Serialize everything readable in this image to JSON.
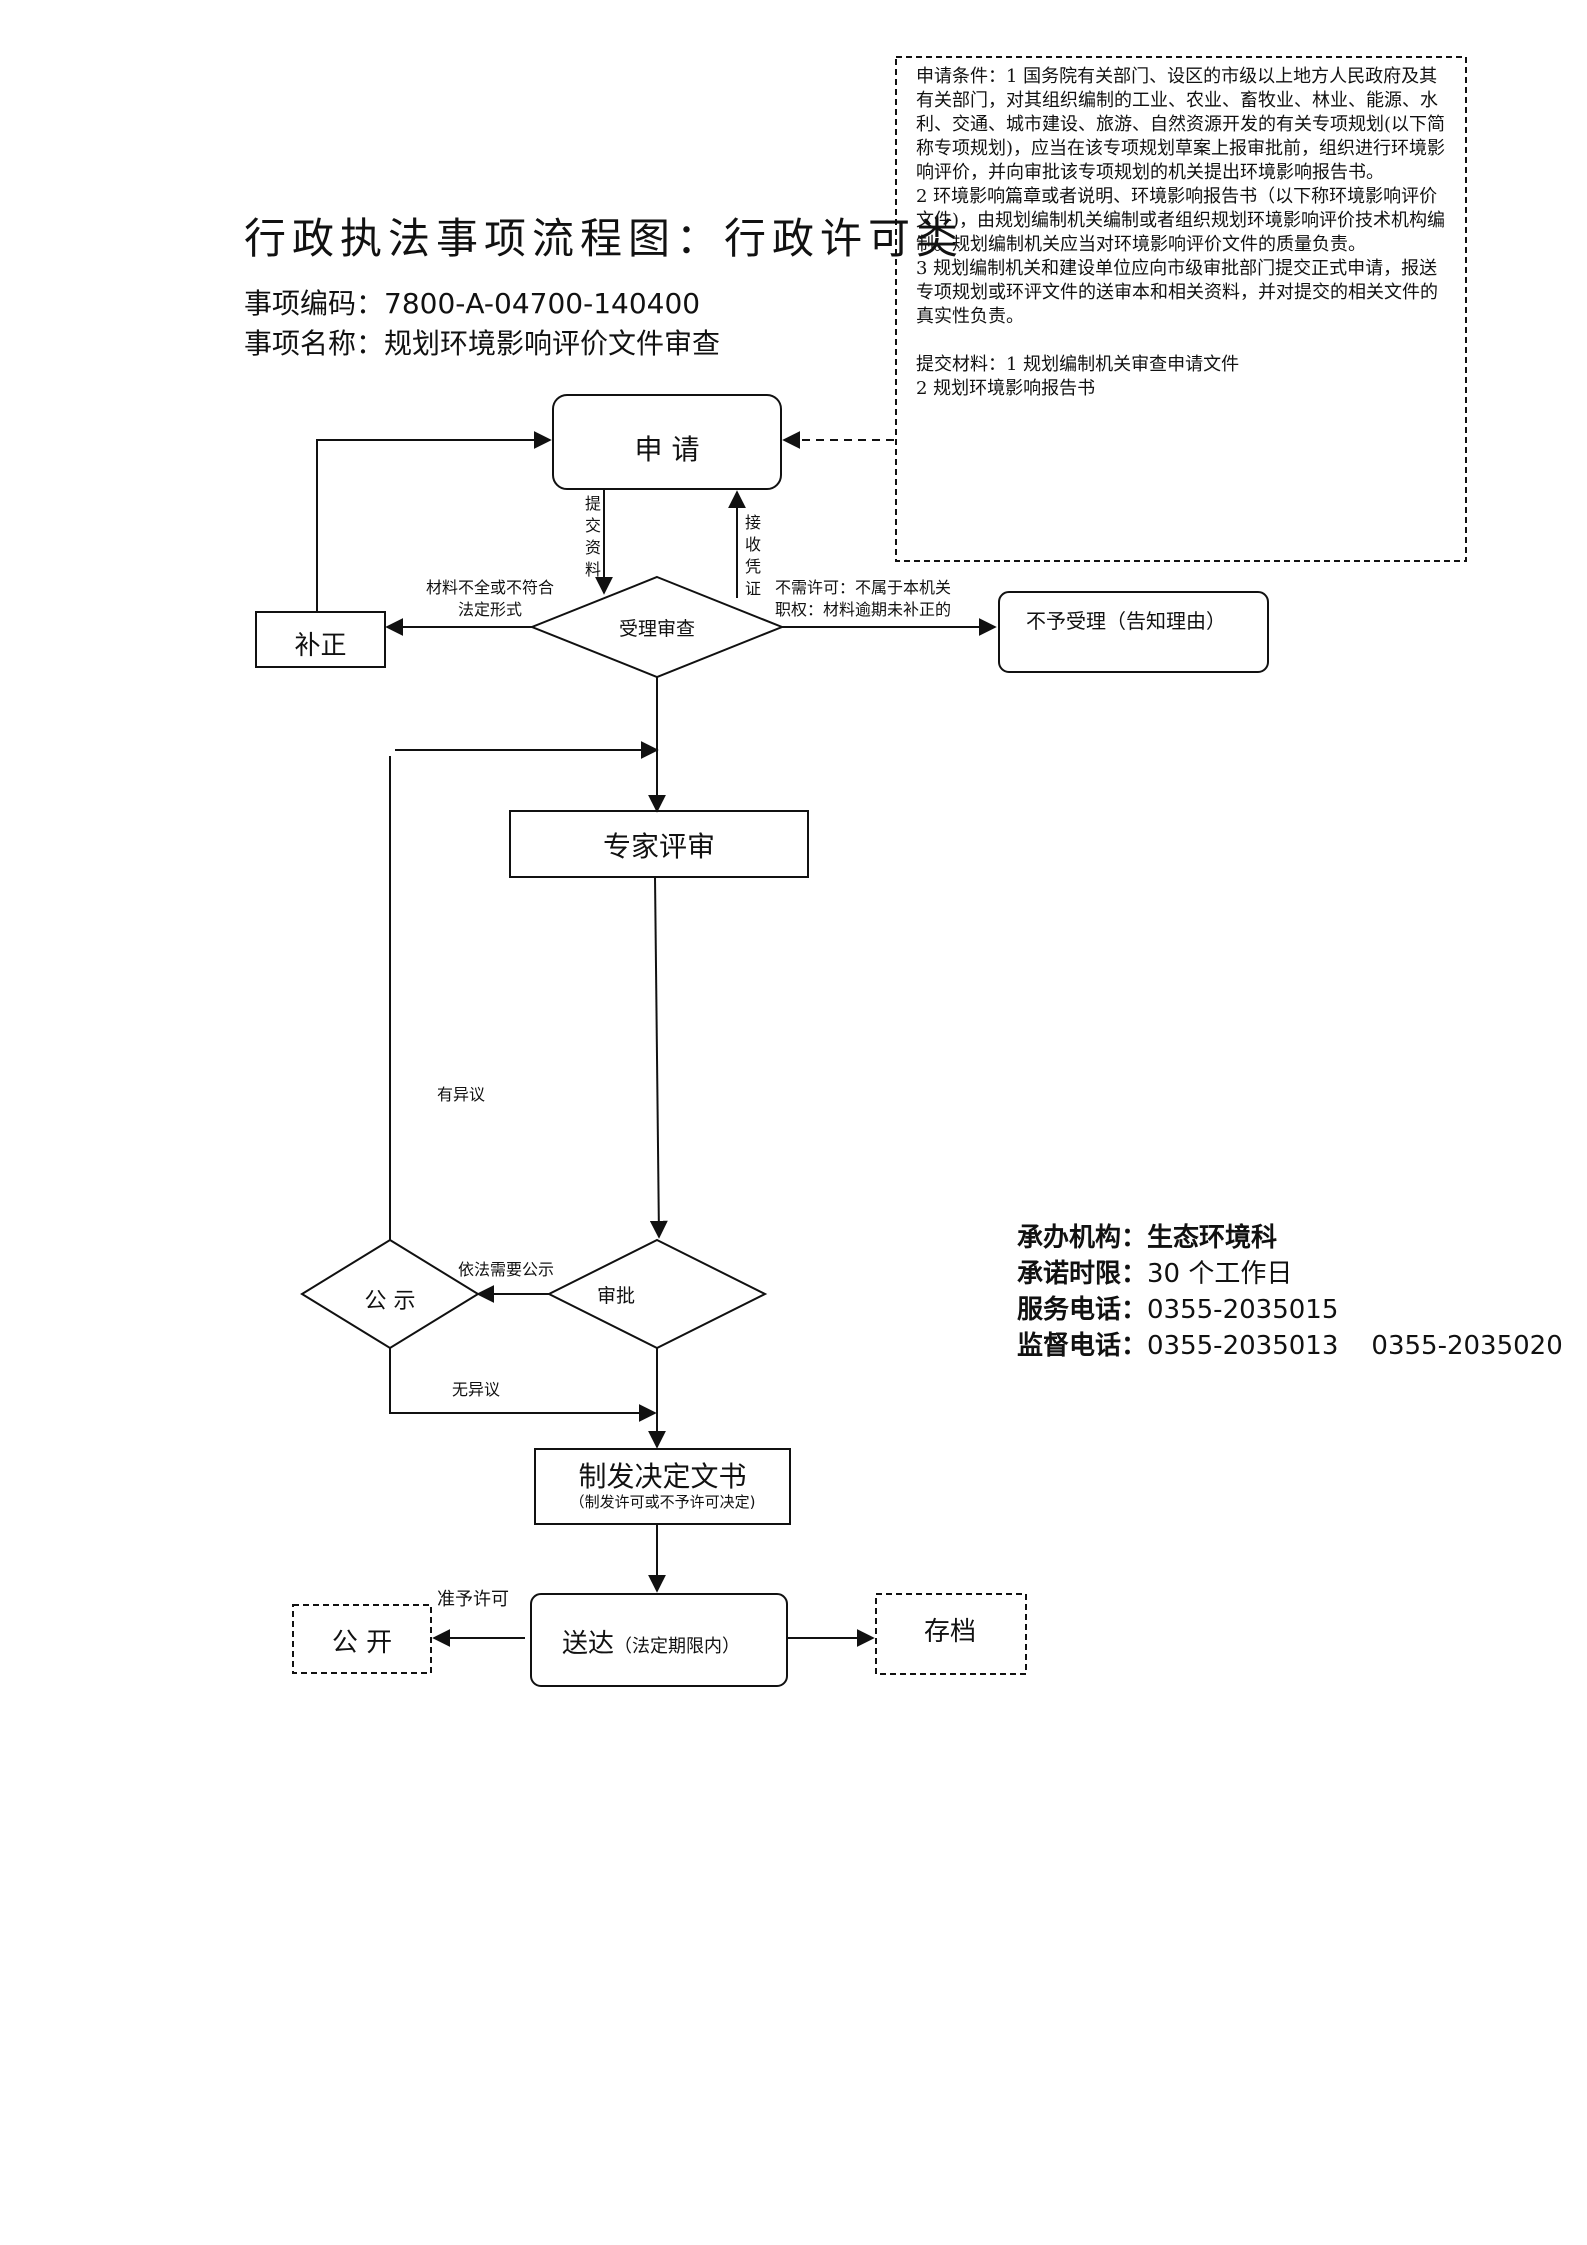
{
  "header": {
    "title": "行政执法事项流程图：行政许可类",
    "code_label": "事项编码：",
    "code": "7800-A-04700-140400",
    "name_label": "事项名称：",
    "name": "规划环境影响评价文件审查"
  },
  "notes": {
    "conditions": [
      "申请条件：1 国务院有关部门、设区的市级以上地方人民政府及其有关部门，对其组织编制的工业、农业、畜牧业、林业、能源、水利、交通、城市建设、旅游、自然资源开发的有关专项规划(以下简称专项规划)，应当在该专项规划草案上报审批前，组织进行环境影响评价，并向审批该专项规划的机关提出环境影响报告书。",
      "2 环境影响篇章或者说明、环境影响报告书（以下称环境影响评价文件)，由规划编制机关编制或者组织规划环境影响评价技术机构编制。规划编制机关应当对环境影响评价文件的质量负责。",
      "3 规划编制机关和建设单位应向市级审批部门提交正式申请，报送专项规划或环评文件的送审本和相关资料，并对提交的相关文件的真实性负责。"
    ],
    "materials": [
      "提交材料：1 规划编制机关审查申请文件",
      "2 规划环境影响报告书"
    ]
  },
  "flow": {
    "apply": "申 请",
    "submit_materials": "提交资料",
    "receive_voucher": "接收凭证",
    "acceptance_review": "受理审查",
    "incomplete": [
      "材料不全或不符合",
      "法定形式"
    ],
    "supplement": "补正",
    "not_required": [
      "不需许可：不属于本机关",
      "职权：材料逾期未补正的"
    ],
    "reject": "不予受理（告知理由）",
    "expert_review": "专家评审",
    "objection": "有异议",
    "approval": "审批",
    "publicity_needed": "依法需要公示",
    "publicity": "公 示",
    "no_objection": "无异议",
    "issue_decision": "制发决定文书",
    "issue_decision_note": "（制发许可或不予许可决定)",
    "grant": "准予许可",
    "disclose": "公 开",
    "deliver": "送达",
    "deliver_note": "（法定期限内）",
    "archive": "存档"
  },
  "agency": {
    "org_label": "承办机构：",
    "org": "生态环境科",
    "time_label": "承诺时限：",
    "time": "30 个工作日",
    "service_label": "服务电话：",
    "service": "0355-2035015",
    "supervise_label": "监督电话：",
    "supervise": "0355-2035013    0355-2035020"
  }
}
